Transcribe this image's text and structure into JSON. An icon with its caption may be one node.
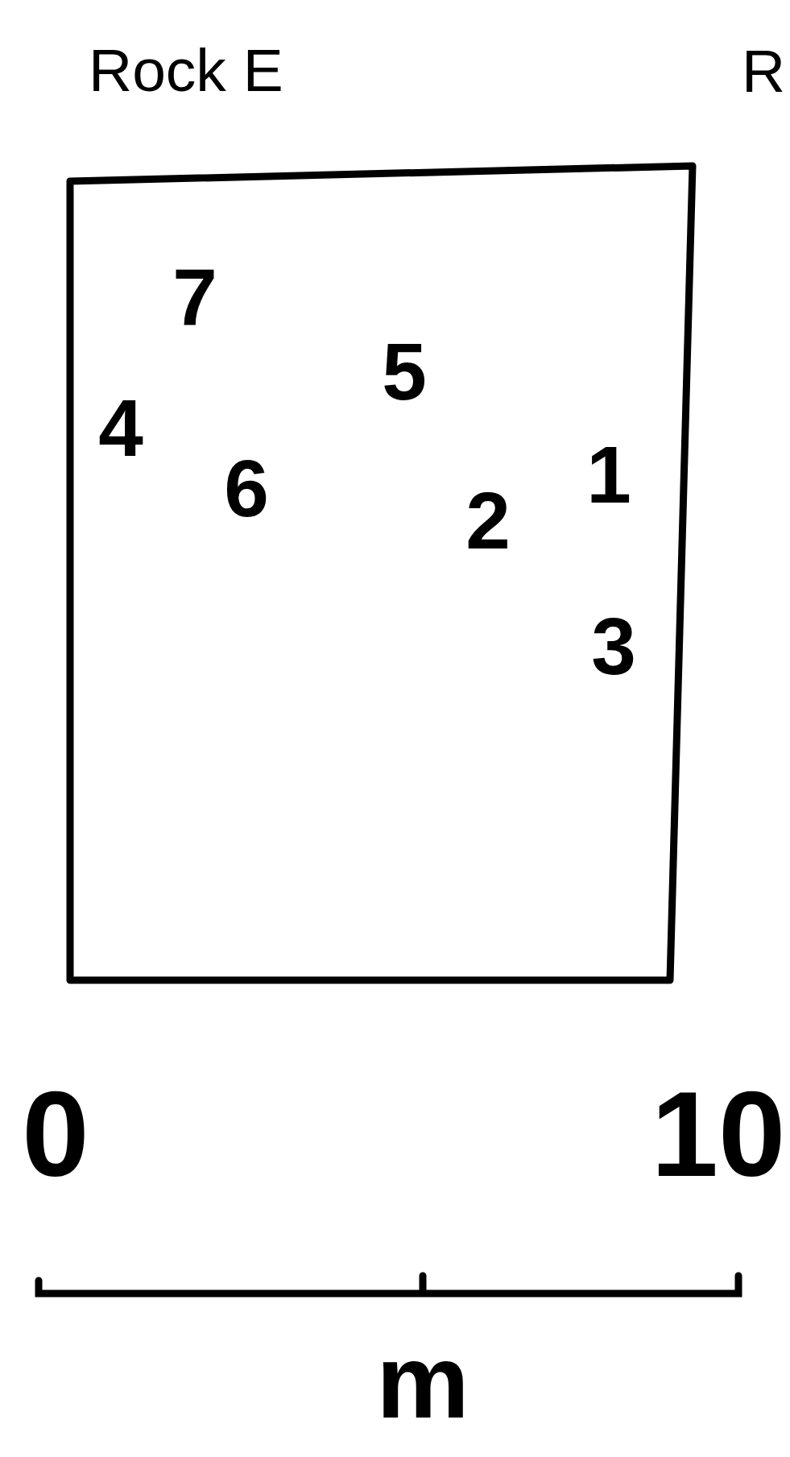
{
  "diagram": {
    "nodes": [
      {
        "text": [
          "Rock E"
        ]
      }
    ],
    "labels": [
      "R",
      "7",
      "5",
      "4",
      "6",
      "2",
      "1",
      "3",
      "0",
      "10",
      "m"
    ]
  }
}
